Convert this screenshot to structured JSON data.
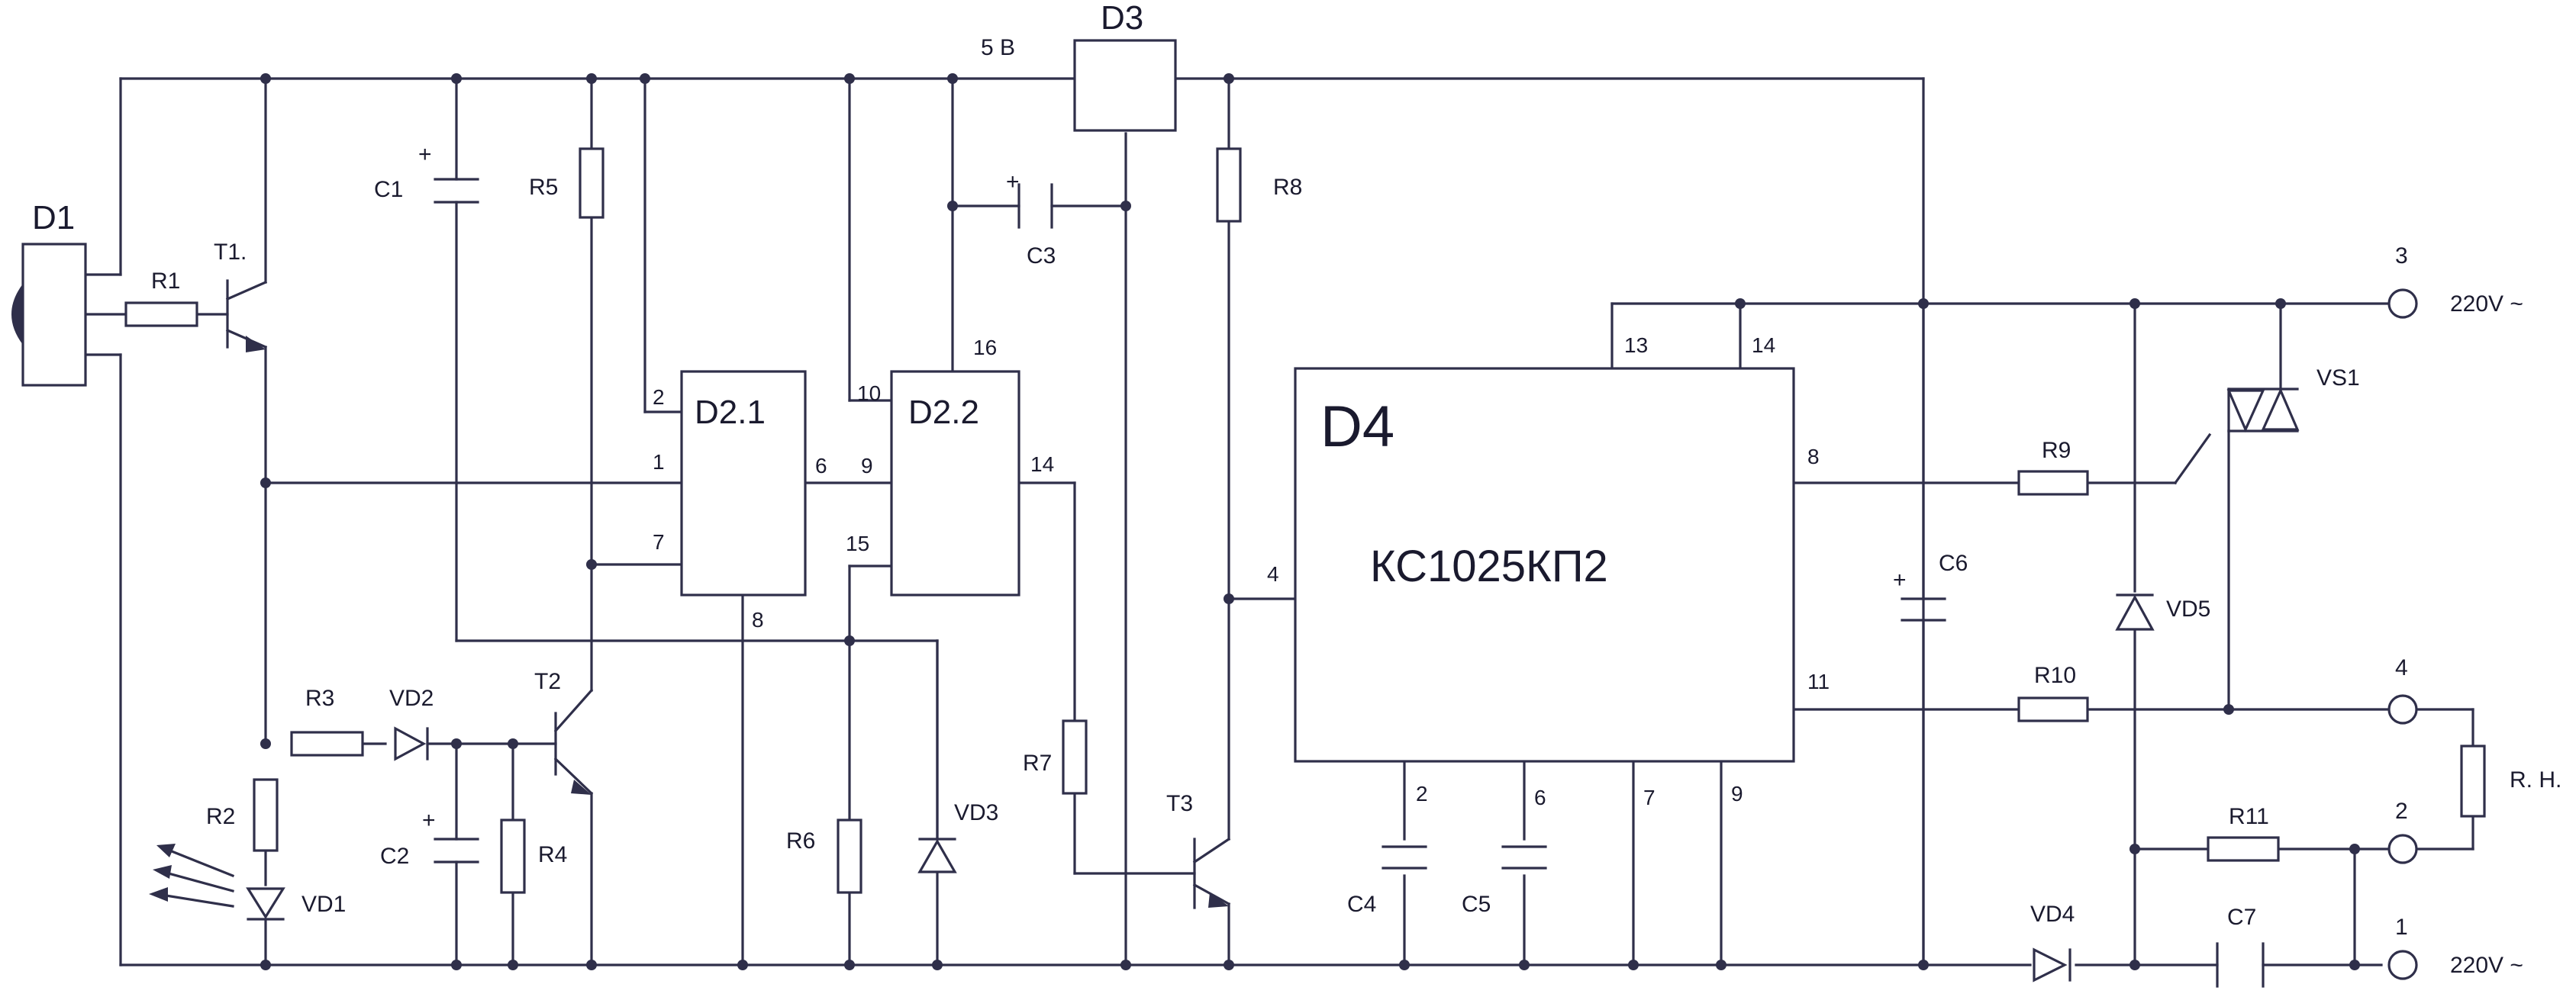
{
  "labels": {
    "D1": "D1",
    "D3": "D3",
    "D4": "D4",
    "D21": "D2.1",
    "D22": "D2.2",
    "chip": "КС1025КП2",
    "supply": "5 В",
    "T1": "T1.",
    "T2": "T2",
    "T3": "T3",
    "R1": "R1",
    "R2": "R2",
    "R3": "R3",
    "R4": "R4",
    "R5": "R5",
    "R6": "R6",
    "R7": "R7",
    "R8": "R8",
    "R9": "R9",
    "R10": "R10",
    "R11": "R11",
    "RH": "R. H.",
    "C1": "C1",
    "C2": "C2",
    "C3": "C3",
    "C4": "C4",
    "C5": "C5",
    "C6": "C6",
    "C7": "C7",
    "VD1": "VD1",
    "VD2": "VD2",
    "VD3": "VD3",
    "VD4": "VD4",
    "VD5": "VD5",
    "VS1": "VS1",
    "plus": "+"
  },
  "pins": {
    "d21_2": "2",
    "d21_1": "1",
    "d21_7": "7",
    "d21_6": "6",
    "d21_8": "8",
    "d22_10": "10",
    "d22_16": "16",
    "d22_9": "9",
    "d22_14": "14",
    "d22_15": "15",
    "d4_13": "13",
    "d4_14": "14",
    "d4_8": "8",
    "d4_4": "4",
    "d4_11": "11",
    "d4_2": "2",
    "d4_6": "6",
    "d4_7": "7",
    "d4_9": "9"
  },
  "terminals": {
    "t3": "3",
    "t4": "4",
    "t2": "2",
    "t1": "1",
    "mains_top": "220V ~",
    "mains_bottom": "220V ~"
  }
}
